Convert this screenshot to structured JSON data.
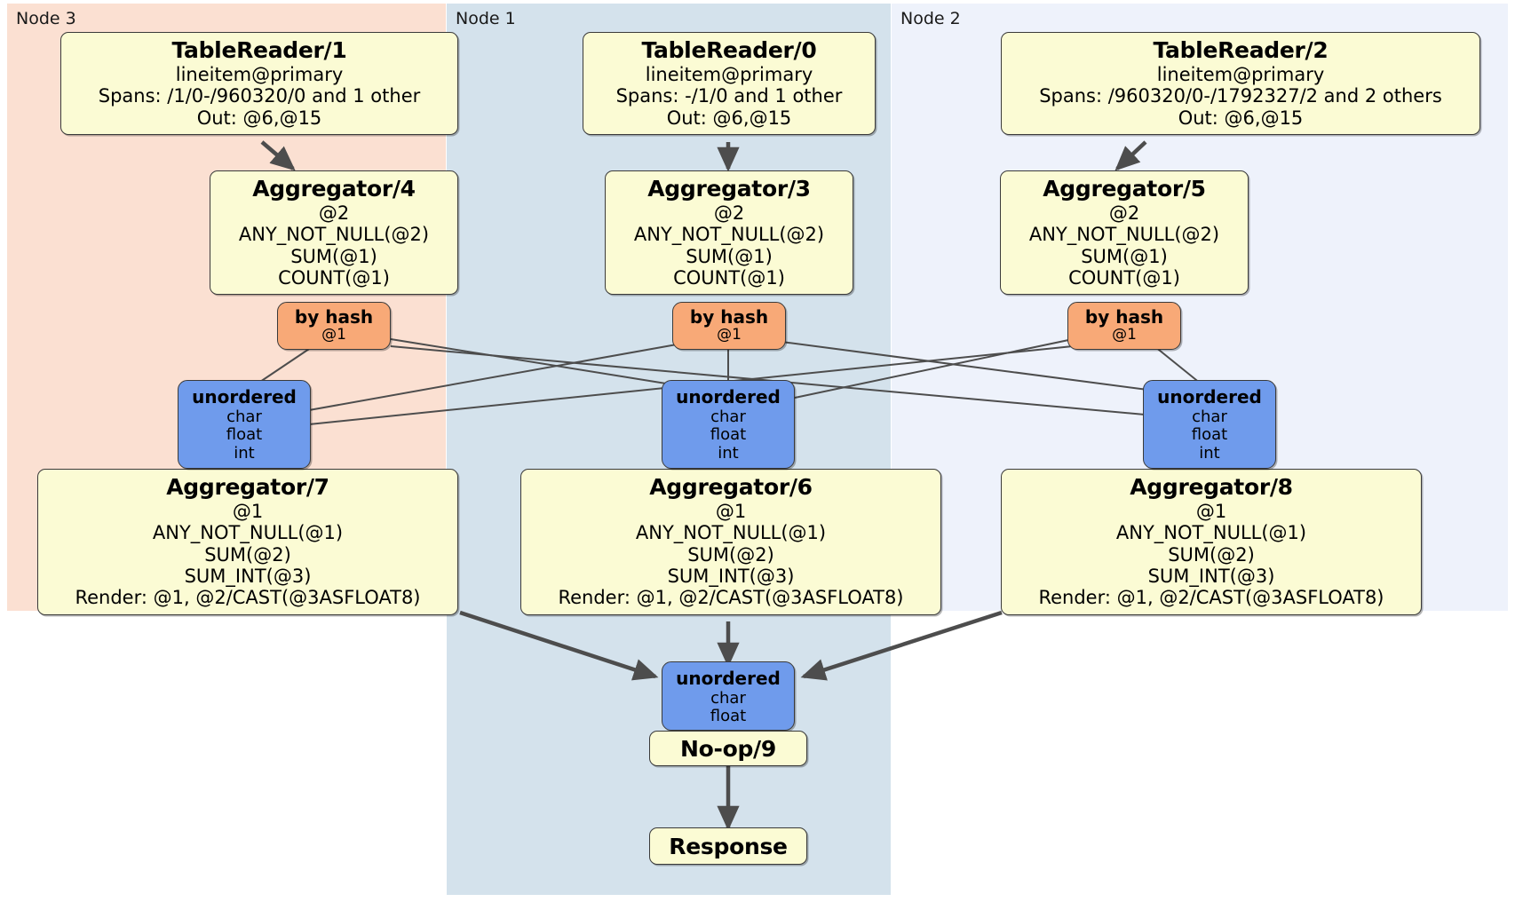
{
  "diagram": {
    "type": "distributed-query-plan",
    "colors": {
      "node3_bg": "#fbe0d2",
      "node1_bg": "#d4e2ec",
      "node2_bg": "#eef2fb",
      "processor_fill": "#fbfbd4",
      "router_fill": "#f8a977",
      "synchronizer_fill": "#6f9bec",
      "edge_stroke": "#4d4d4d",
      "border": "#3a3a3a"
    }
  },
  "regions": [
    {
      "id": "node3",
      "label": "Node 3"
    },
    {
      "id": "node1",
      "label": "Node 1"
    },
    {
      "id": "node2",
      "label": "Node 2"
    }
  ],
  "processors": {
    "tablereader_1": {
      "title": "TableReader/1",
      "lines": [
        "lineitem@primary",
        "Spans: /1/0-/960320/0 and 1 other",
        "Out: @6,@15"
      ]
    },
    "tablereader_0": {
      "title": "TableReader/0",
      "lines": [
        "lineitem@primary",
        "Spans: -/1/0 and 1 other",
        "Out: @6,@15"
      ]
    },
    "tablereader_2": {
      "title": "TableReader/2",
      "lines": [
        "lineitem@primary",
        "Spans: /960320/0-/1792327/2 and 2 others",
        "Out: @6,@15"
      ]
    },
    "aggregator_4": {
      "title": "Aggregator/4",
      "lines": [
        "@2",
        "ANY_NOT_NULL(@2)",
        "SUM(@1)",
        "COUNT(@1)"
      ]
    },
    "aggregator_3": {
      "title": "Aggregator/3",
      "lines": [
        "@2",
        "ANY_NOT_NULL(@2)",
        "SUM(@1)",
        "COUNT(@1)"
      ]
    },
    "aggregator_5": {
      "title": "Aggregator/5",
      "lines": [
        "@2",
        "ANY_NOT_NULL(@2)",
        "SUM(@1)",
        "COUNT(@1)"
      ]
    },
    "aggregator_7": {
      "title": "Aggregator/7",
      "lines": [
        "@1",
        "ANY_NOT_NULL(@1)",
        "SUM(@2)",
        "SUM_INT(@3)",
        "Render: @1, @2/CAST(@3ASFLOAT8)"
      ]
    },
    "aggregator_6": {
      "title": "Aggregator/6",
      "lines": [
        "@1",
        "ANY_NOT_NULL(@1)",
        "SUM(@2)",
        "SUM_INT(@3)",
        "Render: @1, @2/CAST(@3ASFLOAT8)"
      ]
    },
    "aggregator_8": {
      "title": "Aggregator/8",
      "lines": [
        "@1",
        "ANY_NOT_NULL(@1)",
        "SUM(@2)",
        "SUM_INT(@3)",
        "Render: @1, @2/CAST(@3ASFLOAT8)"
      ]
    },
    "noop_9": {
      "title": "No-op/9"
    },
    "response": {
      "title": "Response"
    }
  },
  "routers": {
    "byhash_node3": {
      "title": "by hash",
      "detail": "@1"
    },
    "byhash_node1": {
      "title": "by hash",
      "detail": "@1"
    },
    "byhash_node2": {
      "title": "by hash",
      "detail": "@1"
    }
  },
  "synchronizers": {
    "unordered_node3": {
      "title": "unordered",
      "types": [
        "char",
        "float",
        "int"
      ]
    },
    "unordered_node1": {
      "title": "unordered",
      "types": [
        "char",
        "float",
        "int"
      ]
    },
    "unordered_node2": {
      "title": "unordered",
      "types": [
        "char",
        "float",
        "int"
      ]
    },
    "unordered_final": {
      "title": "unordered",
      "types": [
        "char",
        "float"
      ]
    }
  }
}
